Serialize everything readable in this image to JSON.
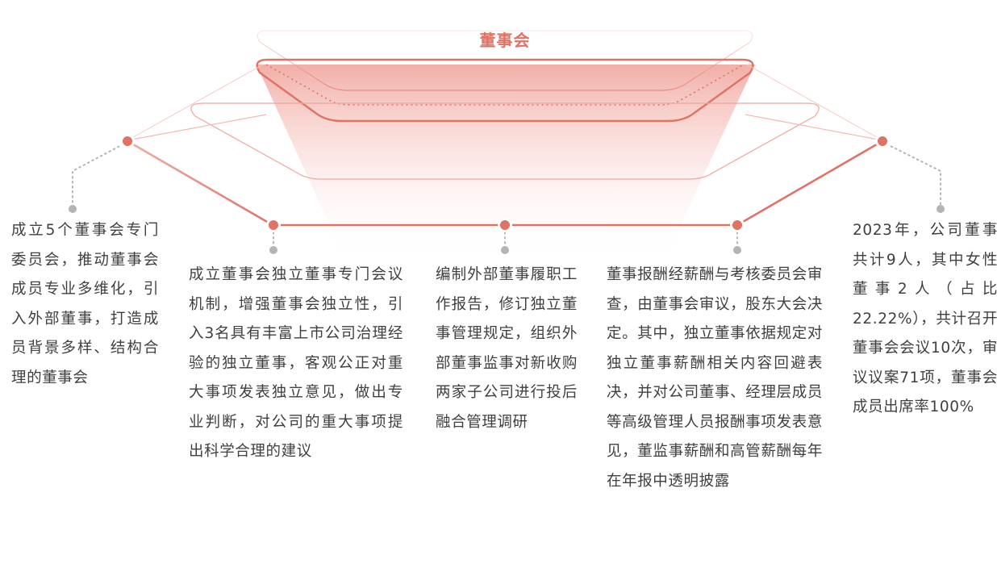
{
  "diagram": {
    "title": "董事会",
    "accent_color": "#e07266",
    "connector_color": "#b4b4b4",
    "items": [
      {
        "text": "成立5个董事会专门委员会，推动董事会成员专业多维化，引入外部董事，打造成员背景多样、结构合理的董事会"
      },
      {
        "text": "成立董事会独立董事专门会议机制，增强董事会独立性，引入3名具有丰富上市公司治理经验的独立董事，客观公正对重大事项发表独立意见，做出专业判断，对公司的重大事项提出科学合理的建议"
      },
      {
        "text": "编制外部董事履职工作报告，修订独立董事管理规定，组织外部董事监事对新收购两家子公司进行投后融合管理调研"
      },
      {
        "text": "董事报酬经薪酬与考核委员会审查，由董事会审议，股东大会决定。其中，独立董事依据规定对独立董事薪酬相关内容回避表决，并对公司董事、经理层成员等高级管理人员报酬事项发表意见，董监事薪酬和高管薪酬每年在年报中透明披露"
      },
      {
        "text": "2023年，公司董事共计9人，其中女性董事2人（占比22.22%），共计召开董事会会议10次，审议议案71项，董事会成员出席率100%"
      }
    ]
  }
}
